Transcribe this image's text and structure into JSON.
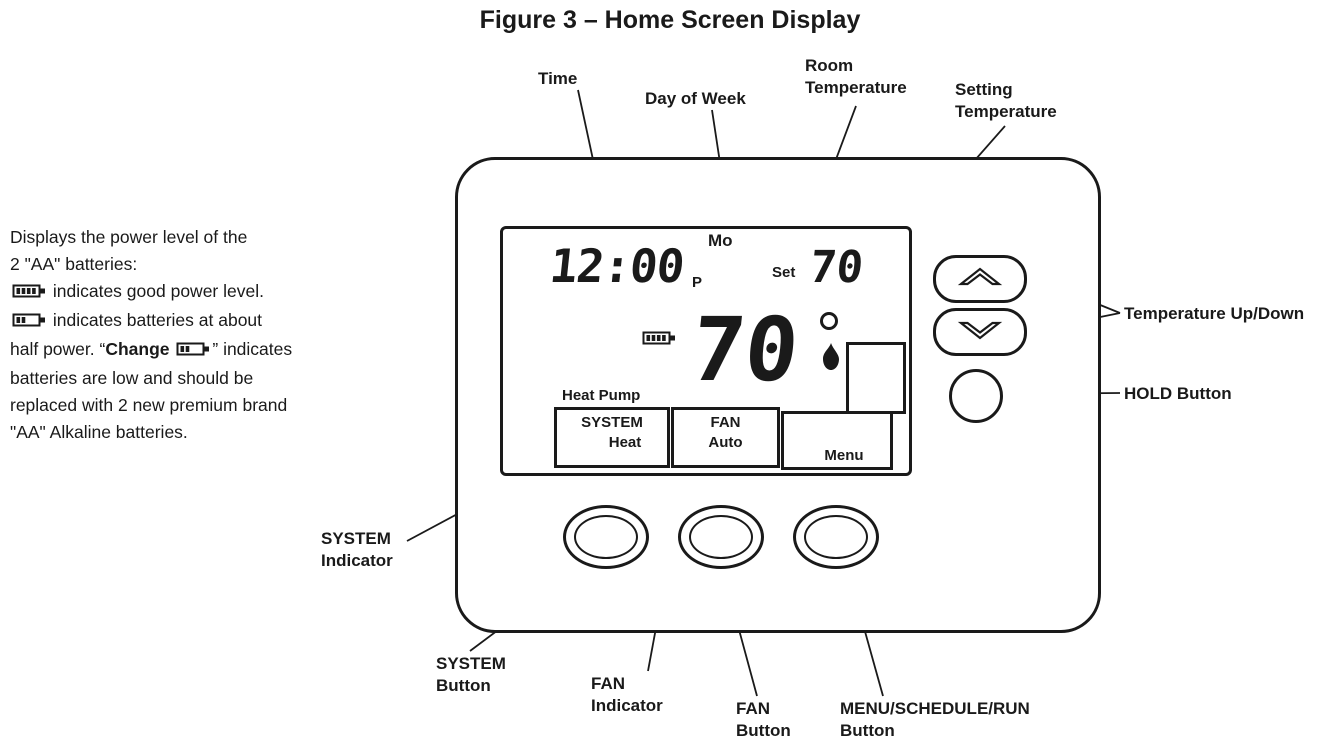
{
  "title": "Figure 3 – Home Screen Display",
  "colors": {
    "ink": "#1a1a1a",
    "background": "#ffffff"
  },
  "battery_note": {
    "l1": "Displays the power level of the",
    "l2": "2 \"AA\" batteries:",
    "l3_text": " indicates good power level.",
    "l4_text": " indicates batteries at about",
    "l5_pre": "half power. “",
    "l5_bold": "Change ",
    "l5_post": "” indicates",
    "l6": "batteries are low and should be",
    "l7": "replaced with 2 new premium brand",
    "l8": "\"AA\" Alkaline batteries."
  },
  "callouts": {
    "time": "Time",
    "day_of_week": "Day of Week",
    "room_temperature": "Room\nTemperature",
    "setting_temperature": "Setting\nTemperature",
    "temperature_up_down": "Temperature Up/Down",
    "hold_button": "HOLD Button",
    "system_indicator": "SYSTEM\nIndicator",
    "system_button": "SYSTEM\nButton",
    "fan_indicator": "FAN\nIndicator",
    "fan_button": "FAN\nButton",
    "menu_button": "MENU/SCHEDULE/RUN\nButton"
  },
  "thermostat": {
    "time": "12:00",
    "ampm": "P",
    "day": "Mo",
    "set_label": "Set",
    "set_temp": "70",
    "room_temp": "70",
    "mode_label": "Heat Pump",
    "system_label": "SYSTEM",
    "system_value": "Heat",
    "fan_label": "FAN",
    "fan_value": "Auto",
    "menu_label": "Menu"
  },
  "icons": {
    "battery_full": "battery-full-icon",
    "battery_half": "battery-half-icon",
    "flame": "flame-icon",
    "up": "chevron-up-icon",
    "down": "chevron-down-icon",
    "degree": "degree-icon"
  }
}
